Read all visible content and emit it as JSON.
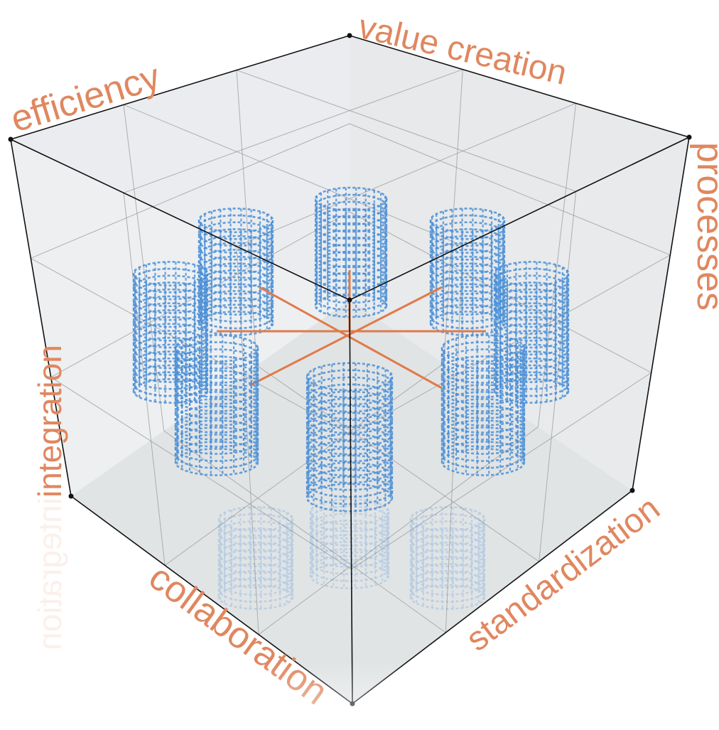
{
  "labels": {
    "value_creation": "value creation",
    "efficiency": "efficiency",
    "processes": "processes",
    "integration": "integration",
    "collaboration": "collaboration",
    "standardization": "standardization"
  },
  "colors": {
    "label": "#e0875f",
    "cube_edge": "#111111",
    "grid": "#9a9a9a",
    "glass": "#d9dcdf",
    "cylinder": "#4a8fd6",
    "spoke": "#e07a4a"
  },
  "structure": {
    "cube_subdivisions": 3,
    "cylinder_count": 8,
    "spoke_count": 4
  }
}
